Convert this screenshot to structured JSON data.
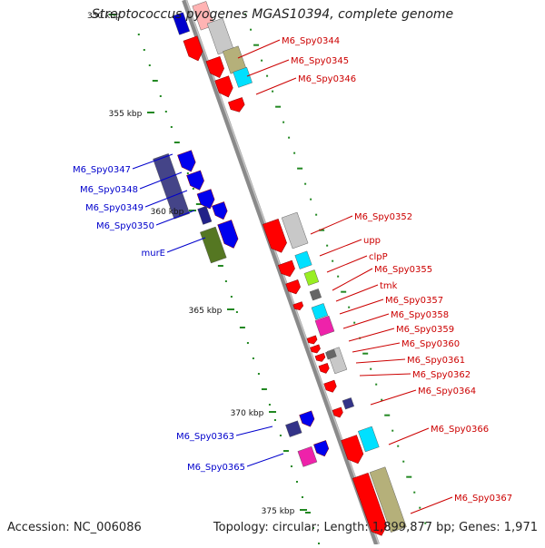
{
  "title": "Streptococcus pyogenes MGAS10394, complete genome",
  "accession": "Accession: NC_006086",
  "summary": "Topology: circular; Length: 1,899,877 bp; Genes: 1,971",
  "ticks": [
    "350 kbp",
    "355 kbp",
    "360 kbp",
    "365 kbp",
    "370 kbp",
    "375 kbp"
  ],
  "right_labels": [
    "M6_Spy0344",
    "M6_Spy0345",
    "M6_Spy0346",
    "M6_Spy0352",
    "upp",
    "clpP",
    "M6_Spy0355",
    "tmk",
    "M6_Spy0357",
    "M6_Spy0358",
    "M6_Spy0359",
    "M6_Spy0360",
    "M6_Spy0361",
    "M6_Spy0362",
    "M6_Spy0364",
    "M6_Spy0366",
    "M6_Spy0367"
  ],
  "left_labels": [
    "M6_Spy0347",
    "M6_Spy0348",
    "M6_Spy0349",
    "M6_Spy0350",
    "murE",
    "M6_Spy0363",
    "M6_Spy0365"
  ],
  "colors": {
    "forward_strand": "#e00000",
    "reverse_strand": "#0000cc",
    "backbone": "#888888",
    "gc_marks": "#228822",
    "label_right": "#cc0000",
    "label_left": "#0000cc"
  }
}
